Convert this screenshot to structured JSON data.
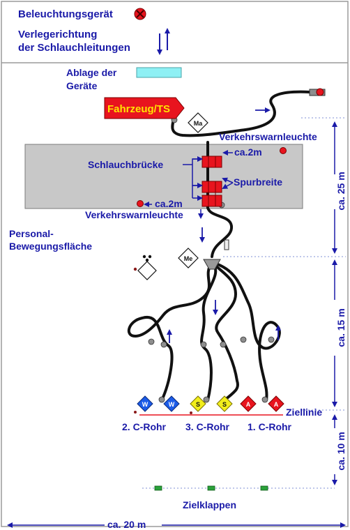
{
  "legend": {
    "lighting_label": "Beleuchtungsgerät",
    "direction_label_line1": "Verlegerichtung",
    "direction_label_line2": "der Schlauchleitungen"
  },
  "labels": {
    "equipment_storage_line1": "Ablage der",
    "equipment_storage_line2": "Geräte",
    "vehicle": "Fahrzeug/TS",
    "warning_light_top": "Verkehrswarnleuchte",
    "warning_light_bottom": "Verkehrswarnleuchte",
    "hose_bridge": "Schlauchbrücke",
    "track_width": "Spurbreite",
    "distance_2m_top": "ca.2m",
    "distance_2m_bottom": "ca.2m",
    "personnel_area_line1": "Personal-",
    "personnel_area_line2": "Bewegungsfläche",
    "target_line": "Ziellinie",
    "c_pipe_2": "2. C-Rohr",
    "c_pipe_3": "3. C-Rohr",
    "c_pipe_1": "1. C-Rohr",
    "target_flaps": "Zielklappen",
    "width": "ca. 20 m",
    "dim_25m": "ca. 25 m",
    "dim_15m": "ca. 15 m",
    "dim_10m": "ca. 10 m"
  },
  "badges": {
    "ma": "Ma",
    "me": "Me",
    "w": "W",
    "s": "S",
    "a": "A"
  },
  "colors": {
    "label_blue": "#1a1aa8",
    "road_gray": "#c8c8c8",
    "vehicle_red": "#e8141e",
    "vehicle_text": "#ffe400",
    "hose": "#111111",
    "storage_cyan": "#8ef0f4",
    "w_blue": "#1c5ce8",
    "s_yellow": "#f2ee1c",
    "a_red": "#e8141e",
    "target_line": "#e8141e",
    "flap_green": "#2aa23a"
  }
}
